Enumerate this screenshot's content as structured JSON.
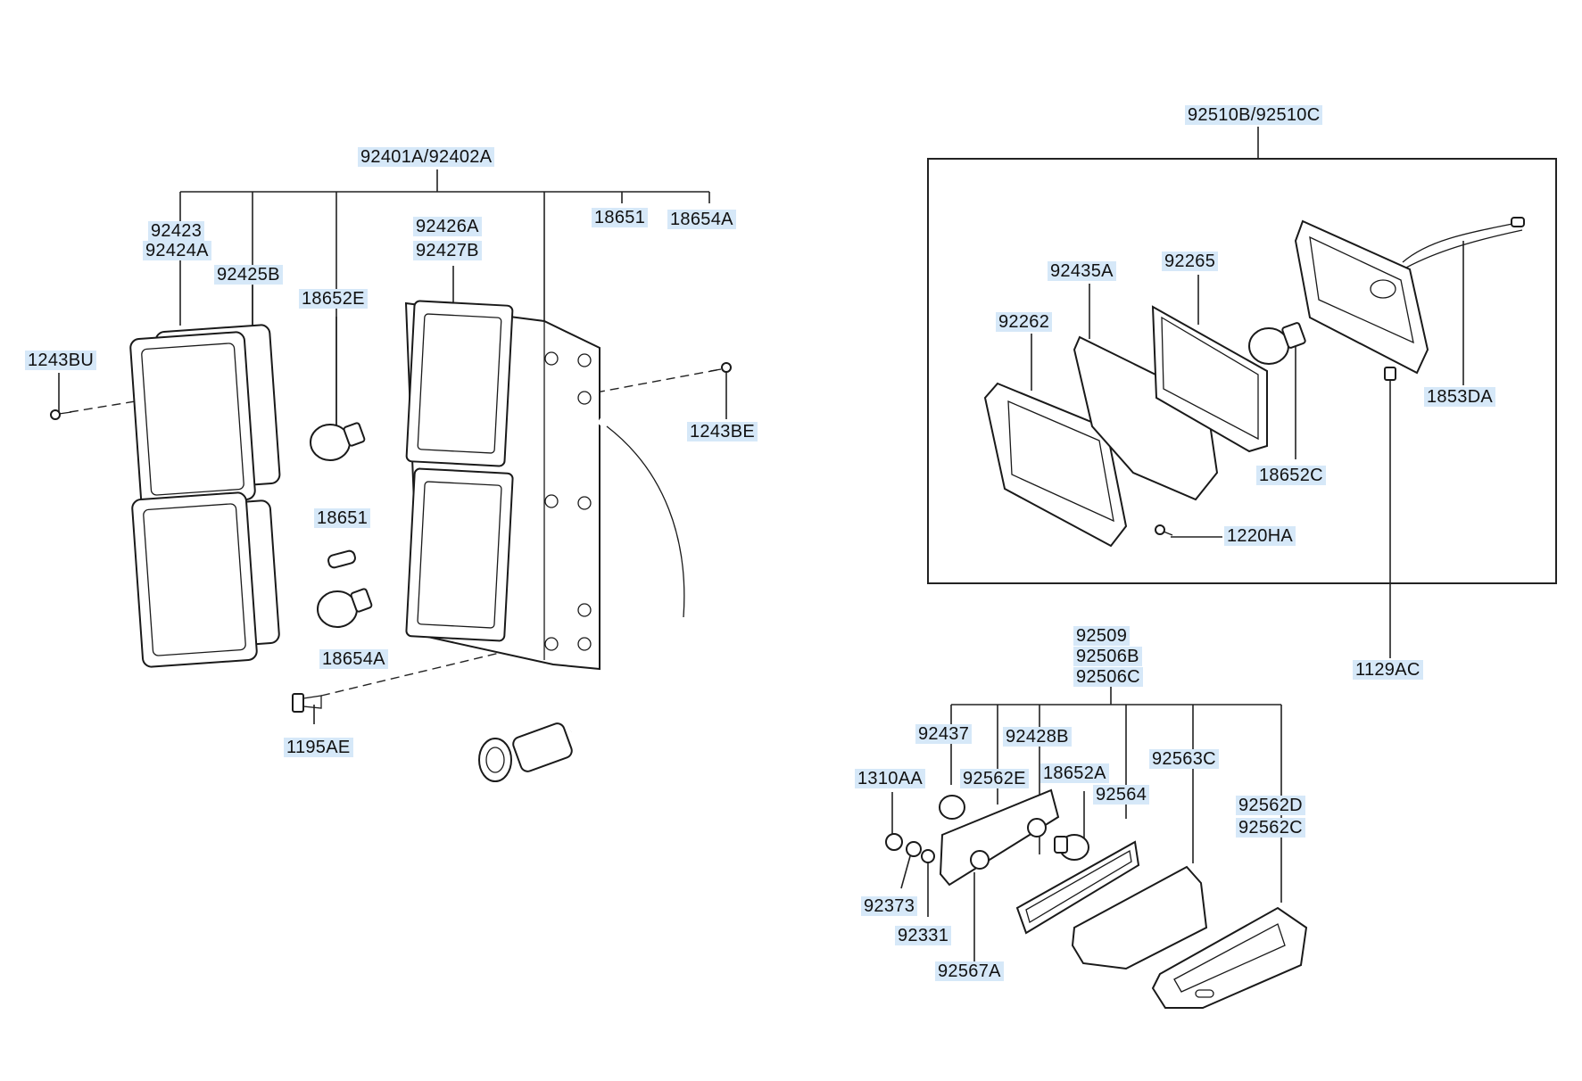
{
  "labels": {
    "a_92401A": "92401A/92402A",
    "a_92423": "92423",
    "a_92424A": "92424A",
    "a_92425B": "92425B",
    "a_18652E": "18652E",
    "a_92426A": "92426A",
    "a_92427B": "92427B",
    "a_18651_top": "18651",
    "a_18654A_top": "18654A",
    "a_1243BU": "1243BU",
    "a_1243BE": "1243BE",
    "a_18651_mid": "18651",
    "a_18654A_bot": "18654A",
    "a_1195AE": "1195AE",
    "b_92510B": "92510B/92510C",
    "b_92265": "92265",
    "b_92435A": "92435A",
    "b_92262": "92262",
    "b_1853DA": "1853DA",
    "b_18652C": "18652C",
    "b_1220HA": "1220HA",
    "b_1129AC": "1129AC",
    "c_92509": "92509",
    "c_92506B": "92506B",
    "c_92506C": "92506C",
    "c_92437": "92437",
    "c_92428B": "92428B",
    "c_1310AA": "1310AA",
    "c_92562E": "92562E",
    "c_18652A": "18652A",
    "c_92563C": "92563C",
    "c_92564": "92564",
    "c_92562D": "92562D",
    "c_92562C": "92562C",
    "c_92373": "92373",
    "c_92331": "92331",
    "c_92567A": "92567A"
  }
}
